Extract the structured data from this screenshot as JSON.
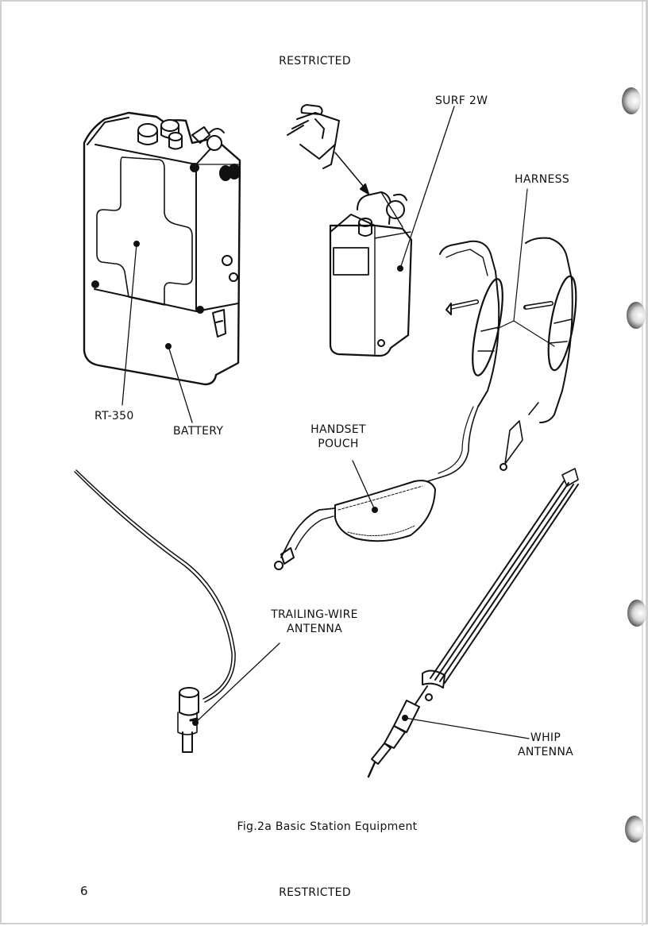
{
  "page": {
    "header": "RESTRICTED",
    "footer": "RESTRICTED",
    "page_number": "6",
    "caption": "Fig.2a  Basic Station Equipment"
  },
  "figure": {
    "labels": {
      "surf": "SURF 2W",
      "harness": "HARNESS",
      "rt350": "RT-350",
      "battery": "BATTERY",
      "handset_pouch_line1": "HANDSET",
      "handset_pouch_line2": "POUCH",
      "trailing_wire_line1": "TRAILING-WIRE",
      "trailing_wire_line2": "ANTENNA",
      "whip_line1": "WHIP",
      "whip_line2": "ANTENNA"
    },
    "items": [
      "rt-350-transceiver",
      "battery",
      "surf-2w",
      "harness",
      "handset-pouch",
      "trailing-wire-antenna",
      "whip-antenna"
    ]
  },
  "binder_holes": 4
}
